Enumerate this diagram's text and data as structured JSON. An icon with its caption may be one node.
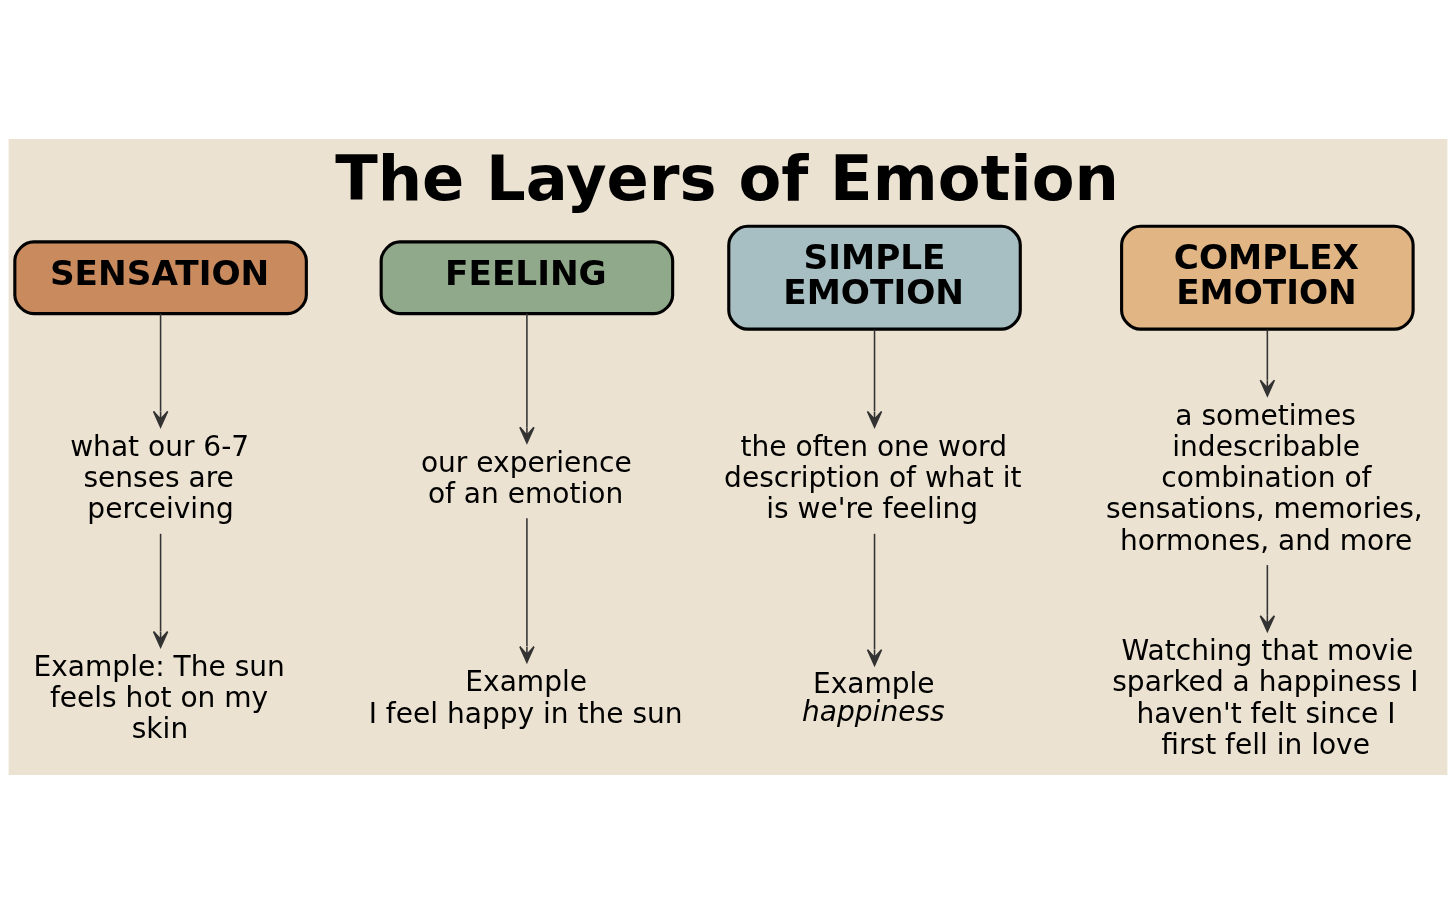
{
  "diagram": {
    "title": "The Layers of Emotion",
    "nodes": [
      {
        "text": [
          "SENSATION"
        ]
      },
      {
        "text": [
          "FEELING"
        ]
      },
      {
        "text": [
          "SIMPLE EMOTION"
        ]
      },
      {
        "text": [
          "COMPLEX EMOTION"
        ]
      },
      {
        "text": [
          "what our 6-7 senses are perceiving"
        ]
      },
      {
        "text": [
          "our experience of an emotion"
        ]
      },
      {
        "text": [
          "the often one word description of what it is we're feeling"
        ]
      },
      {
        "text": [
          "a sometimes indescribable combination of sensations, memories, hormones, and more"
        ]
      },
      {
        "text": [
          "Example: The sun feels hot on my skin"
        ]
      },
      {
        "text": [
          "Example",
          "I feel happy in the sun"
        ]
      },
      {
        "text": [
          "Example",
          "happiness"
        ]
      },
      {
        "text": [
          "Watching that movie sparked a happiness I haven't felt since I first fell in love"
        ]
      }
    ],
    "edges": [
      {
        "from": 0,
        "to": 4,
        "arrow": "to"
      },
      {
        "from": 1,
        "to": 5,
        "arrow": "to"
      },
      {
        "from": 2,
        "to": 6,
        "arrow": "to"
      },
      {
        "from": 3,
        "to": 7,
        "arrow": "to"
      },
      {
        "from": 4,
        "to": 8,
        "arrow": "to"
      },
      {
        "from": 5,
        "to": 9,
        "arrow": "to"
      },
      {
        "from": 6,
        "to": 10,
        "arrow": "to"
      },
      {
        "from": 7,
        "to": 11,
        "arrow": "to"
      }
    ]
  }
}
